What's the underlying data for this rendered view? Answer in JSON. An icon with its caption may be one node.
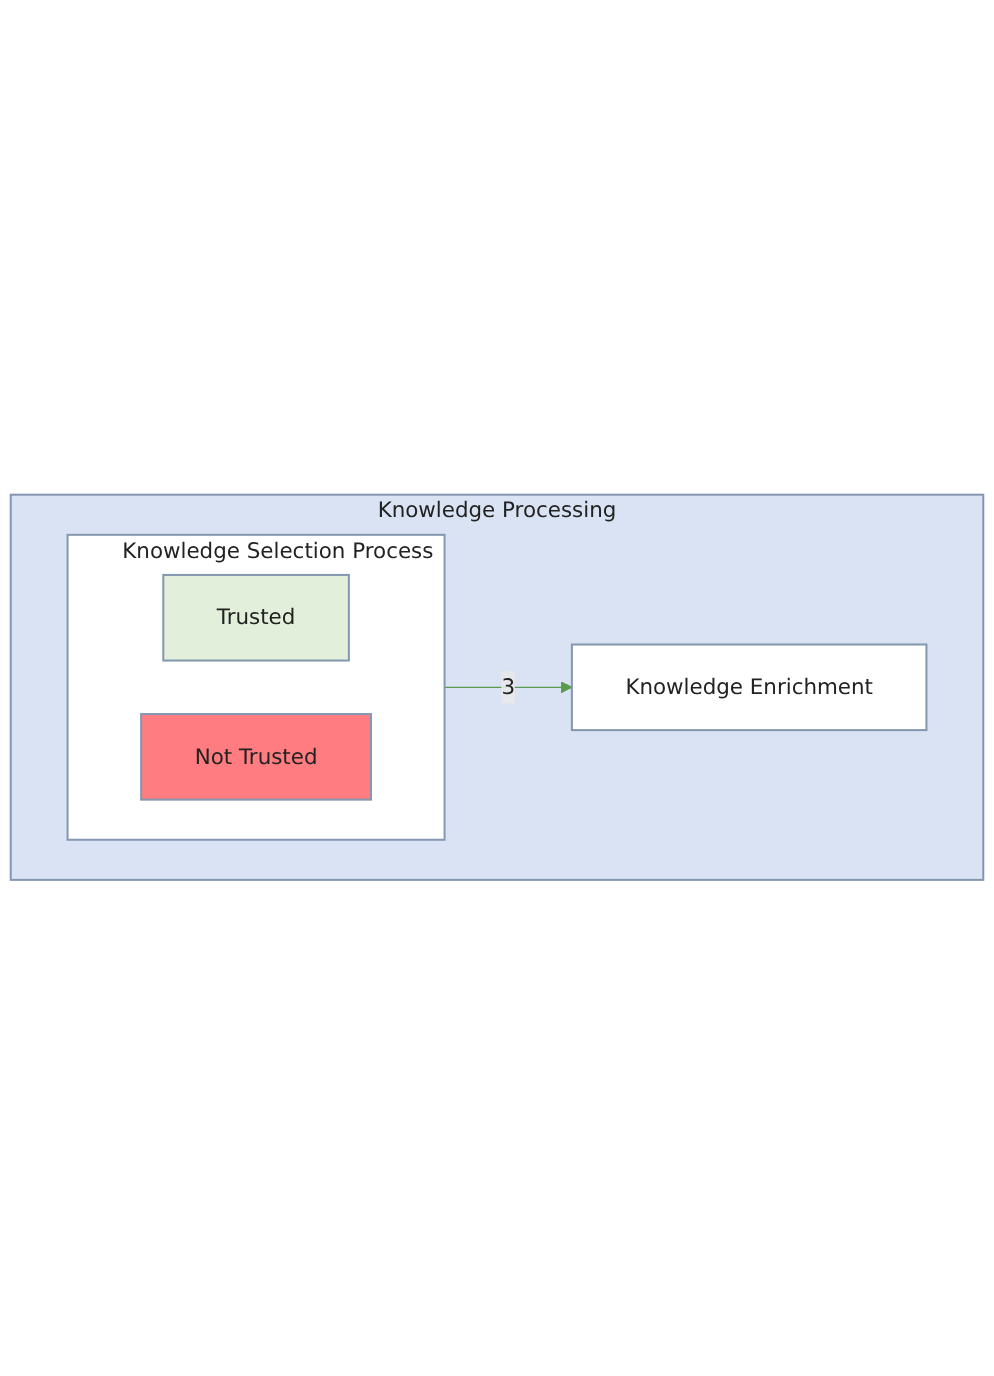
{
  "diagram": {
    "nodes": [
      {
        "text": [
          "Knowledge Processing"
        ]
      },
      {
        "text": [
          "Knowledge Selection Process"
        ],
        "in": 0
      },
      {
        "text": [
          "Trusted"
        ],
        "in": 1
      },
      {
        "text": [
          "Not Trusted"
        ],
        "in": 1
      },
      {
        "text": [
          "Knowledge Enrichment"
        ],
        "in": 0
      }
    ],
    "edges": [
      {
        "from": 1,
        "to": 4,
        "arrow": "to",
        "label": "3",
        "color": "#5b9b4f"
      }
    ]
  }
}
